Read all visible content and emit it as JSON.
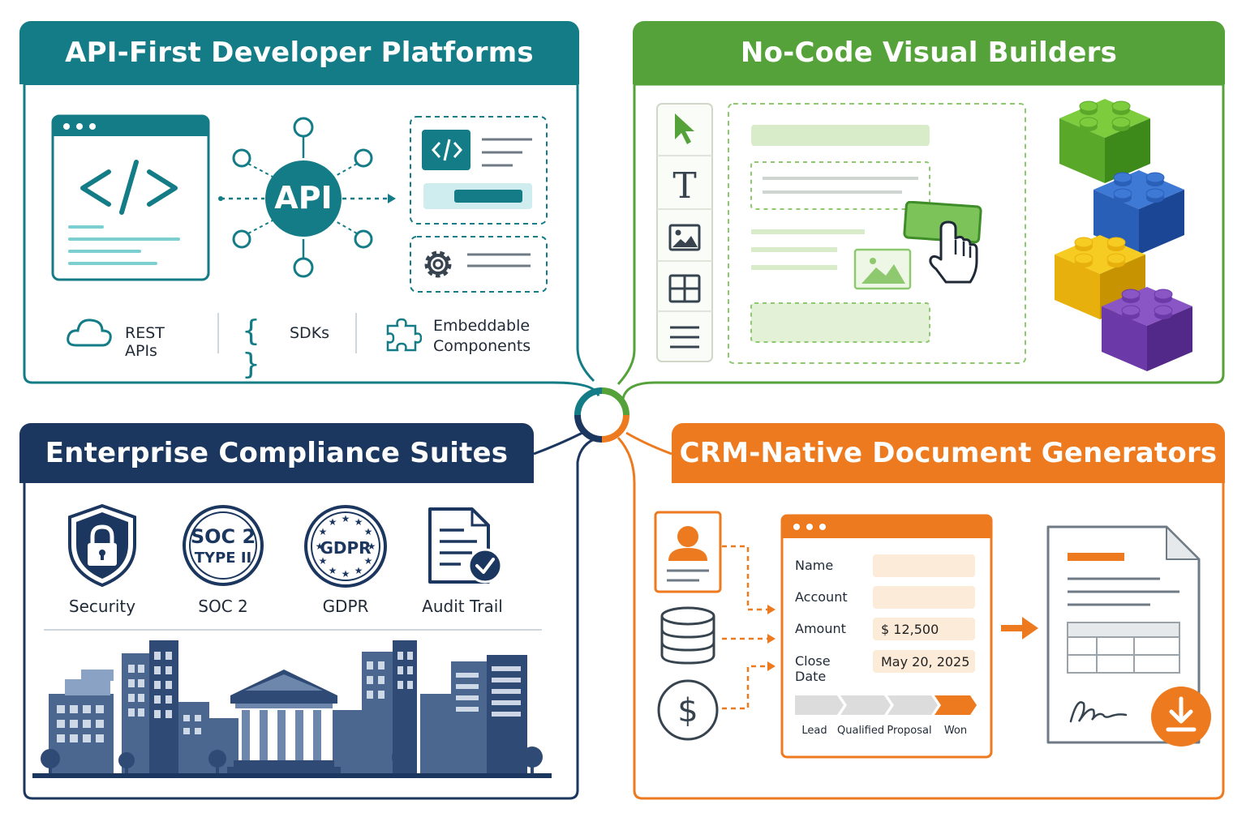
{
  "colors": {
    "teal": "#137c86",
    "green": "#55a23a",
    "navy": "#1c375f",
    "orange": "#ee7a1f"
  },
  "quadrants": {
    "api": {
      "title": "API-First Developer Platforms",
      "hub_label": "API",
      "features": [
        {
          "icon": "cloud-icon",
          "label": "REST APIs"
        },
        {
          "icon": "curly-braces-icon",
          "label": "SDKs"
        },
        {
          "icon": "puzzle-icon",
          "label_line1": "Embeddable",
          "label_line2": "Components"
        }
      ]
    },
    "nocode": {
      "title": "No-Code Visual Builders",
      "toolbar": [
        "cursor-icon",
        "text-icon",
        "image-icon",
        "grid-icon",
        "menu-icon"
      ]
    },
    "compliance": {
      "title": "Enterprise Compliance Suites",
      "badges": [
        {
          "icon": "shield-lock-icon",
          "label": "Security"
        },
        {
          "icon": "soc2-seal-icon",
          "seal_line1": "SOC 2",
          "seal_line2": "TYPE II",
          "label": "SOC 2"
        },
        {
          "icon": "gdpr-seal-icon",
          "seal_text": "GDPR",
          "label": "GDPR"
        },
        {
          "icon": "audit-document-icon",
          "label": "Audit Trail"
        }
      ]
    },
    "crm": {
      "title": "CRM-Native Document Generators",
      "sources": [
        "contact-card-icon",
        "database-icon",
        "dollar-coin-icon"
      ],
      "form": {
        "fields": [
          {
            "label": "Name",
            "value": ""
          },
          {
            "label": "Account",
            "value": ""
          },
          {
            "label": "Amount",
            "value": "$ 12,500"
          },
          {
            "label": "Close Date",
            "value": "May 20, 2025"
          }
        ],
        "stages": [
          "Lead",
          "Qualified",
          "Proposal",
          "Won"
        ],
        "active_stage": "Won"
      }
    }
  }
}
